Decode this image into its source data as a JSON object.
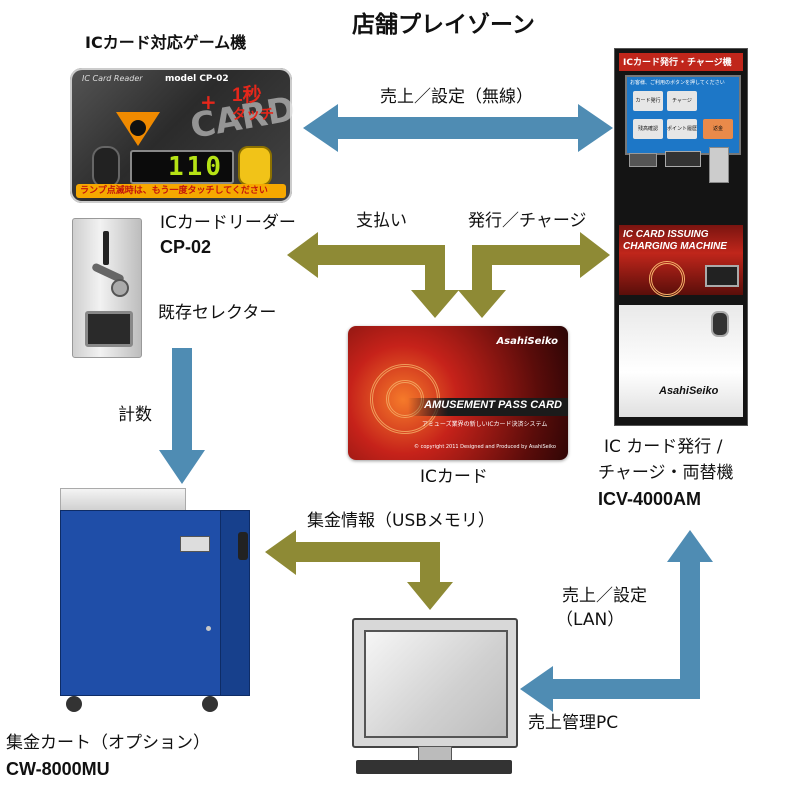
{
  "title": "店舗プレイゾーン",
  "colors": {
    "blue_arrow": "#4f8cb3",
    "olive_arrow": "#8e8a35",
    "cart_blue": "#1f4ea8",
    "kiosk_red": "#c0261b"
  },
  "devices": {
    "game_machine": {
      "caption": "ICカード対応ゲーム機"
    },
    "reader": {
      "name": "ICカードリーダー",
      "model": "CP-02",
      "brand": "IC Card Reader",
      "model_tag": "model CP-02",
      "card_word": "CARD",
      "one_sec": "1秒",
      "touch": "タッチ",
      "display_digits": "110",
      "warning": "ランプ点滅時は、もう一度タッチしてください"
    },
    "selector": {
      "name": "既存セレクター"
    },
    "card": {
      "name": "ICカード",
      "brand": "AsahiSeiko",
      "face_title": "AMUSEMENT PASS CARD",
      "face_sub": "アミューズ業界の新しいICカード決済システム",
      "copyright": "© copyright 2011  Designed and Produced by AsahiSeiko"
    },
    "kiosk": {
      "name_line1": "IC カード発行 /",
      "name_line2": "チャージ・両替機",
      "model": "ICV-4000AM",
      "header": "ICカード発行・チャージ機",
      "screen_prompt": "お客様、ご利用のボタンを押してください",
      "buttons": [
        "カード発行",
        "チャージ",
        "残高確認",
        "ポイント履歴",
        "返金"
      ],
      "panel_line1": "IC CARD ISSUING",
      "panel_line2": "CHARGING MACHINE",
      "brand": "AsahiSeiko"
    },
    "cart": {
      "name": "集金カート（オプション）",
      "model": "CW-8000MU"
    },
    "pc": {
      "name": "売上管理PC"
    }
  },
  "flows": {
    "sales_wireless": "売上／設定（無線）",
    "payment": "支払い",
    "issue_charge": "発行／チャージ",
    "count": "計数",
    "collection": "集金情報（USBメモリ）",
    "sales_lan_line1": "売上／設定",
    "sales_lan_line2": "（LAN）"
  }
}
